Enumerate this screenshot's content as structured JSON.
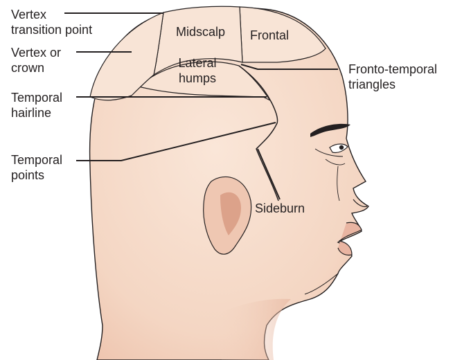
{
  "colors": {
    "skin": "#f6dccb",
    "region_fill": "#f7e0d0",
    "shadow": "#e8b9a3",
    "ear_shadow": "#dca28a",
    "outline": "#231f20"
  },
  "labels": {
    "vertex_transition": [
      "Vertex",
      "transition point"
    ],
    "vertex_crown": [
      "Vertex or",
      "crown"
    ],
    "temporal_hairline": [
      "Temporal",
      "hairline"
    ],
    "temporal_points": [
      "Temporal",
      "points"
    ],
    "midscalp": "Midscalp",
    "frontal": "Frontal",
    "lateral_humps": [
      "Lateral",
      "humps"
    ],
    "fronto_temporal": [
      "Fronto-temporal",
      "triangles"
    ],
    "sideburn": "Sideburn"
  }
}
